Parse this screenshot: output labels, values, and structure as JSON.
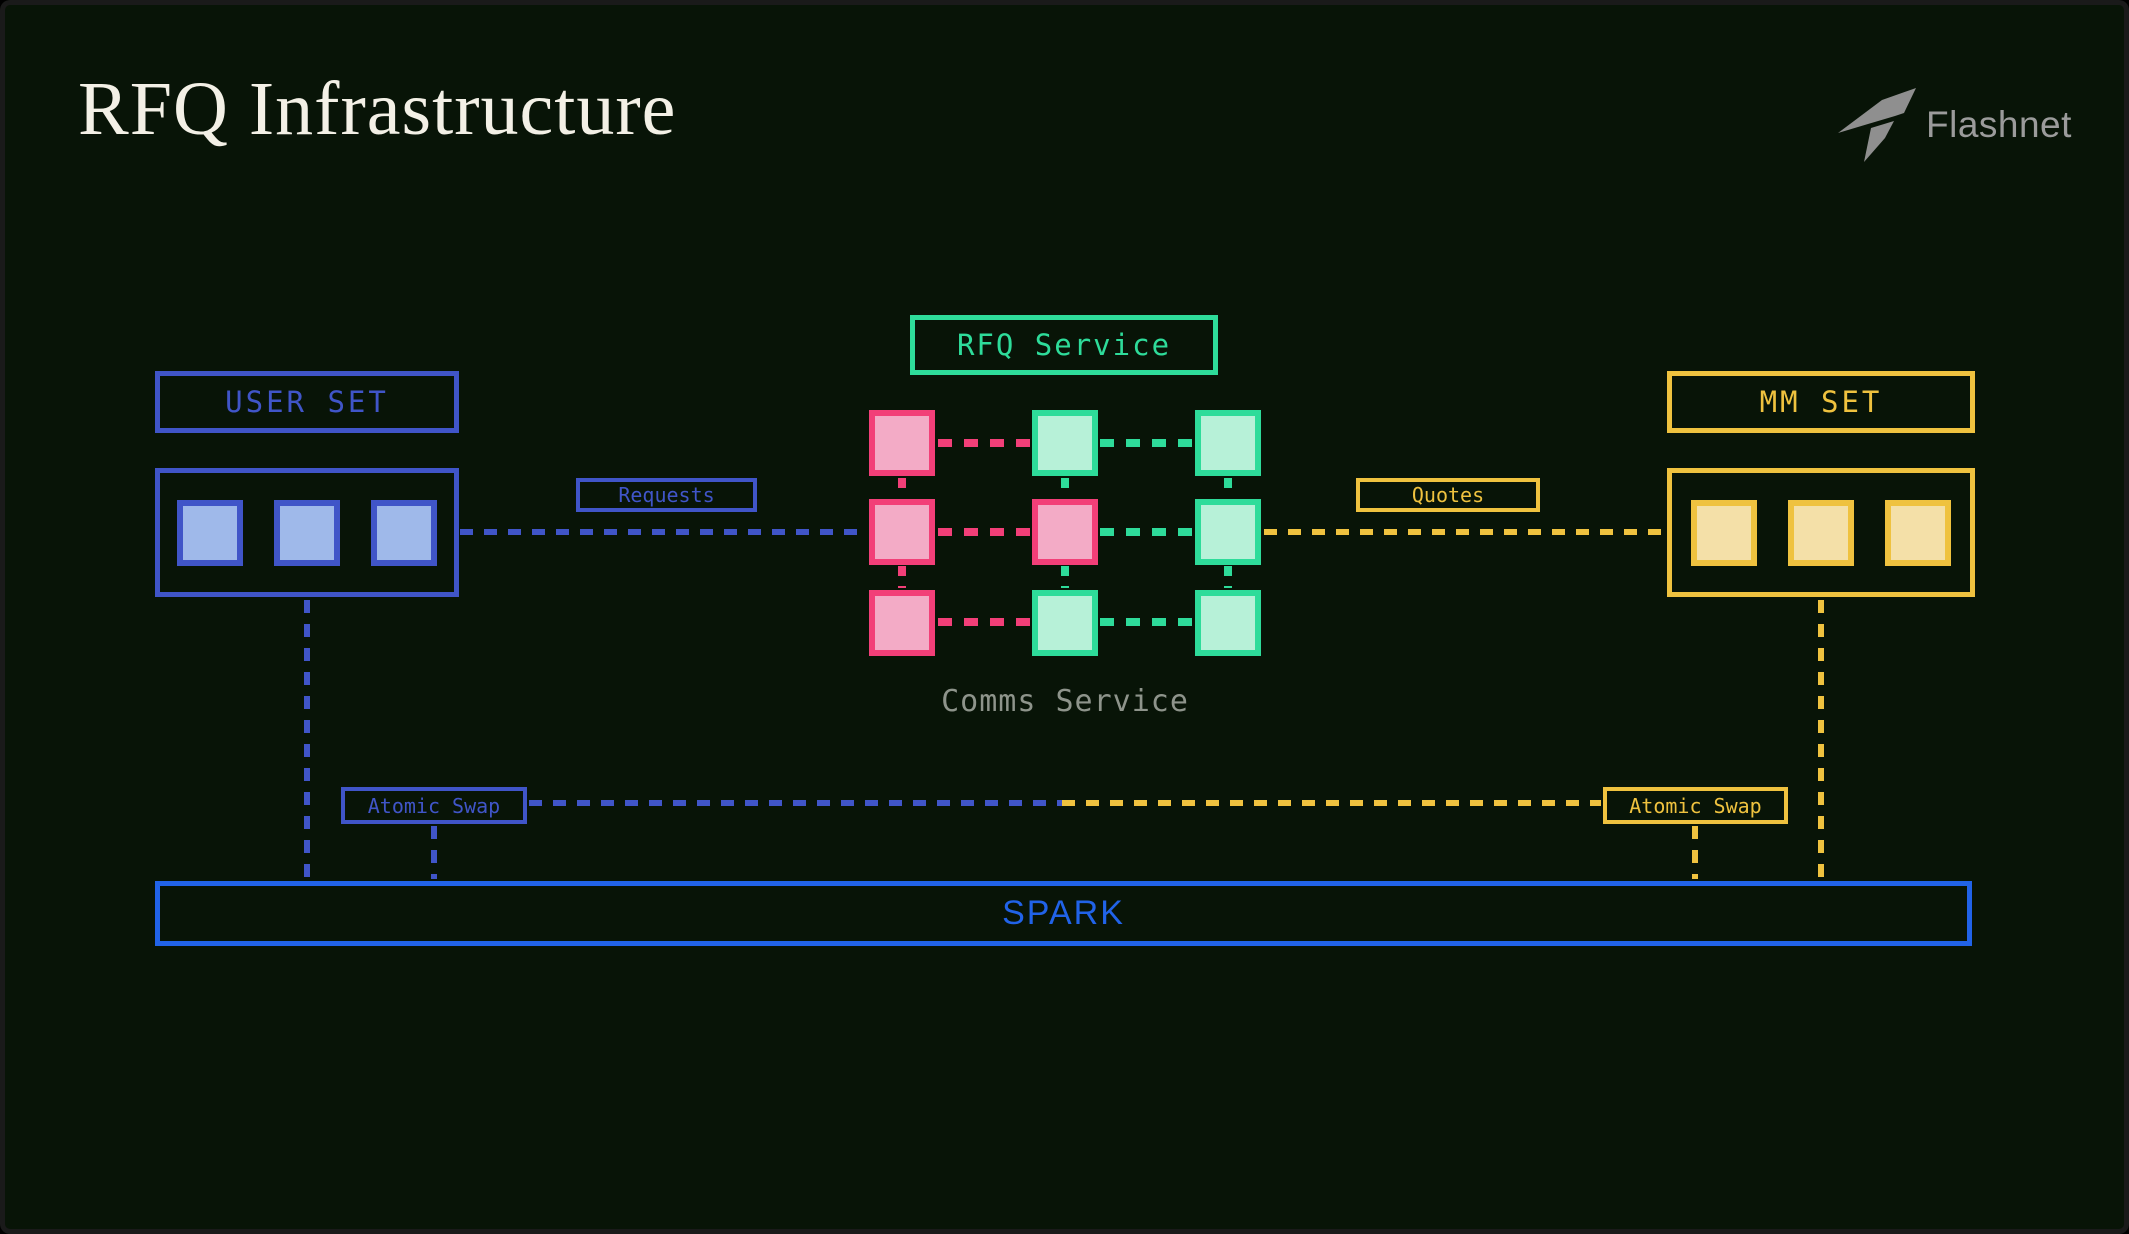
{
  "page": {
    "title": "RFQ Infrastructure"
  },
  "brand": {
    "name": "Flashnet",
    "logo_icon": "flash-mark",
    "logo_color": "#9b9b9b"
  },
  "colors": {
    "background": "#081407",
    "user_blue": "#4055c8",
    "user_blue_fill": "#9fb9ea",
    "service_teal": "#2edc9a",
    "service_mint_fill": "#b7f1d8",
    "comms_pink": "#f23f78",
    "comms_pink_fill": "#f3abc6",
    "mm_yellow": "#efc23f",
    "mm_cream_fill": "#f4e0a8",
    "spark_blue": "#2163e8",
    "caption_gray": "#8e948b",
    "title_white": "#f3f0e6"
  },
  "nodes": {
    "rfq_service": {
      "label": "RFQ Service",
      "color": "#2edc9a"
    },
    "user_set": {
      "label": "USER SET",
      "color": "#4055c8",
      "square_count": 3
    },
    "mm_set": {
      "label": "MM SET",
      "color": "#efc23f",
      "square_count": 3
    },
    "comms_service": {
      "label": "Comms Service",
      "grid_rows": 3,
      "grid_cols": 3,
      "grid_pattern": [
        [
          "pink",
          "green",
          "green"
        ],
        [
          "pink",
          "pink",
          "green"
        ],
        [
          "pink",
          "green",
          "green"
        ]
      ]
    },
    "spark": {
      "label": "SPARK",
      "color": "#2163e8"
    }
  },
  "edges": {
    "requests": {
      "label": "Requests",
      "style": "dashed",
      "color": "#4055c8",
      "from": "user_set",
      "to": "comms_service"
    },
    "quotes": {
      "label": "Quotes",
      "style": "dashed",
      "color": "#efc23f",
      "from": "comms_service",
      "to": "mm_set"
    },
    "atomic_swap_left": {
      "label": "Atomic Swap",
      "style": "dashed",
      "color": "#4055c8",
      "from": "user_set",
      "to": "spark"
    },
    "atomic_swap_right": {
      "label": "Atomic Swap",
      "style": "dashed",
      "color": "#efc23f",
      "from": "mm_set",
      "to": "spark"
    }
  }
}
